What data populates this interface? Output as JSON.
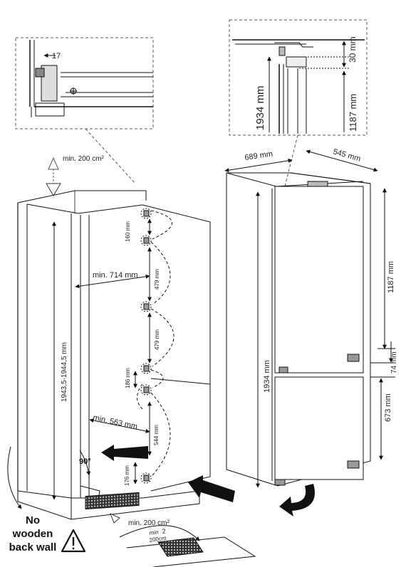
{
  "detail_left": {
    "dim_17": "17"
  },
  "detail_right": {
    "dim_30": "30 mm",
    "dim_1934": "1934 mm",
    "dim_1187": "1187 mm"
  },
  "niche": {
    "vent_top": "min. 200 cm²",
    "height": "1943,5-1944,5 mm",
    "width_top": "min. 714 mm",
    "width_bottom": "min. 563 mm",
    "dim_160": "160 mm",
    "dim_479a": "479 mm",
    "dim_479b": "479 mm",
    "dim_186": "186 mm",
    "dim_544": "544 mm",
    "dim_176": "176 mm",
    "angle": "90°",
    "vent_bottom": "min. 200 cm²",
    "vent_plate_min": "min",
    "vent_plate_area": "200cm",
    "vent_plate_exp": "2"
  },
  "warning": {
    "line1": "No",
    "line2": "wooden",
    "line3": "back wall"
  },
  "appliance": {
    "width": "689 mm",
    "depth": "545 mm",
    "height": "1934 mm",
    "upper": "1187 mm",
    "gap": "74 mm",
    "lower": "673 mm"
  }
}
